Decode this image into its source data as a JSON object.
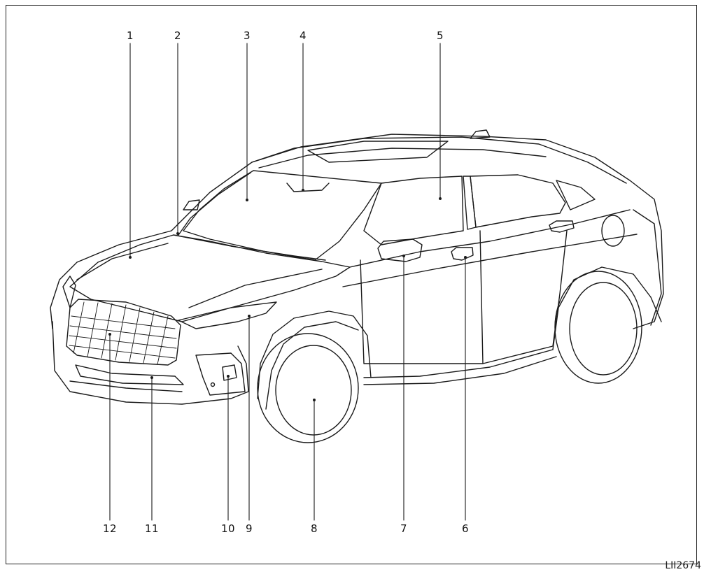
{
  "figure_code": "LII2674",
  "callouts": [
    {
      "num": "1"
    },
    {
      "num": "2"
    },
    {
      "num": "3"
    },
    {
      "num": "4"
    },
    {
      "num": "5"
    },
    {
      "num": "6"
    },
    {
      "num": "7"
    },
    {
      "num": "8"
    },
    {
      "num": "9"
    },
    {
      "num": "10"
    },
    {
      "num": "11"
    },
    {
      "num": "12"
    }
  ],
  "colors": {
    "line": "#1a1a1a",
    "frame": "#222222",
    "background": "#ffffff"
  }
}
